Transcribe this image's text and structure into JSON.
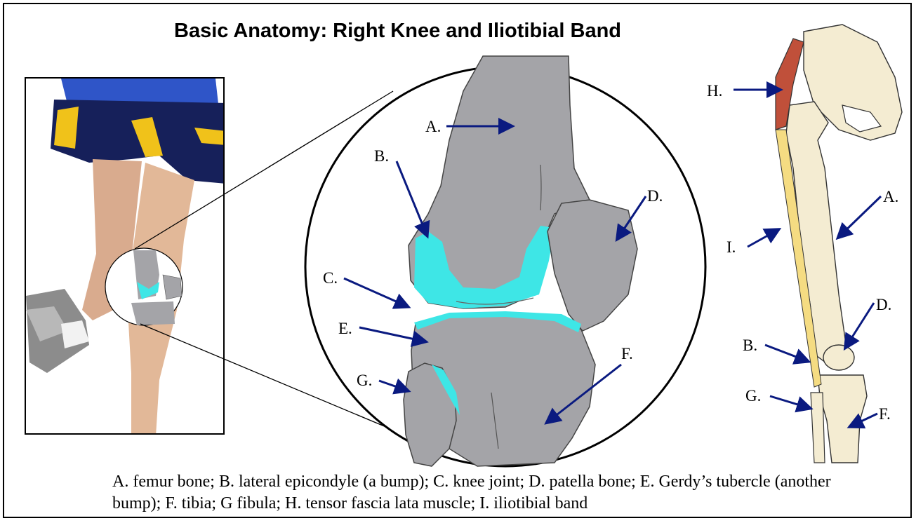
{
  "title": "Basic Anatomy: Right Knee and Iliotibial Band",
  "caption": "A. femur bone; B. lateral epicondyle (a bump); C. knee joint; D. patella bone; E. Gerdy’s tubercle (another bump); F. tibia; G fibula; H. tensor fascia lata muscle; I. iliotibial band",
  "labels": {
    "a": "A.",
    "b": "B.",
    "c": "C.",
    "d": "D.",
    "e": "E.",
    "f": "F.",
    "g": "G.",
    "h": "H.",
    "i": "I."
  },
  "colors": {
    "bone_gray": "#a4a4a8",
    "cartilage": "#3ee6e6",
    "muscle": "#c0503a",
    "band": "#f5dc82",
    "bone_cream": "#f4ecd2",
    "arrow": "#0a1a80"
  }
}
